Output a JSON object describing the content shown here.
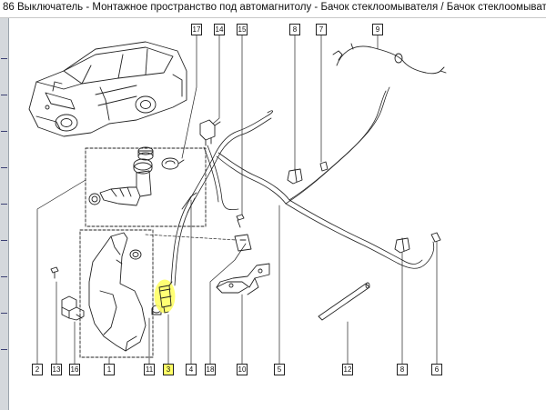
{
  "window": {
    "title": "86 Выключатель - Монтажное пространство под автомагнитолу - Бачок стеклоомывателя / Бачок стеклоомывателя"
  },
  "colors": {
    "highlight": "#ffff66",
    "line": "#222222",
    "sidebar": "#d4d8dc"
  },
  "callouts": [
    {
      "id": "2",
      "label": "2",
      "highlight": false
    },
    {
      "id": "13",
      "label": "13",
      "highlight": false
    },
    {
      "id": "16",
      "label": "16",
      "highlight": false
    },
    {
      "id": "1",
      "label": "1",
      "highlight": false
    },
    {
      "id": "11",
      "label": "11",
      "highlight": false
    },
    {
      "id": "3",
      "label": "3",
      "highlight": true
    },
    {
      "id": "4",
      "label": "4",
      "highlight": false
    },
    {
      "id": "18",
      "label": "18",
      "highlight": false
    },
    {
      "id": "10",
      "label": "10",
      "highlight": false
    },
    {
      "id": "5",
      "label": "5",
      "highlight": false
    },
    {
      "id": "12",
      "label": "12",
      "highlight": false
    },
    {
      "id": "8b",
      "label": "8",
      "highlight": false
    },
    {
      "id": "6",
      "label": "6",
      "highlight": false
    },
    {
      "id": "17",
      "label": "17",
      "highlight": false
    },
    {
      "id": "14",
      "label": "14",
      "highlight": false
    },
    {
      "id": "15",
      "label": "15",
      "highlight": false
    },
    {
      "id": "8a",
      "label": "8",
      "highlight": false
    },
    {
      "id": "7",
      "label": "7",
      "highlight": false
    },
    {
      "id": "9",
      "label": "9",
      "highlight": false
    }
  ]
}
